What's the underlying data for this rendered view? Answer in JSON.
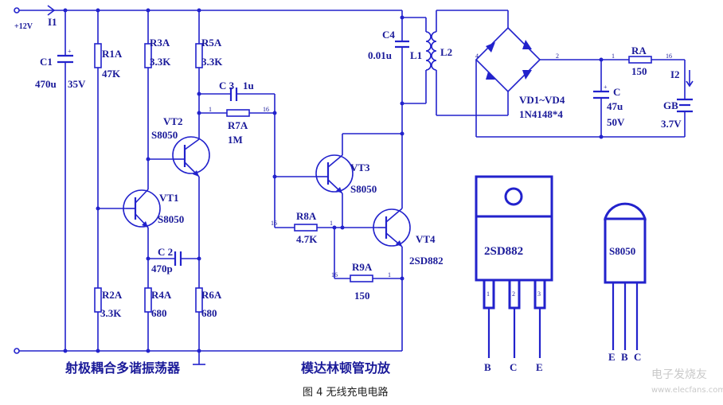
{
  "supply": {
    "vcc": "+12V",
    "current": "I1"
  },
  "components": {
    "c1": {
      "name": "C1",
      "value": "470u",
      "voltage": "35V"
    },
    "r1a": {
      "name": "R1A",
      "value": "47K"
    },
    "r2a": {
      "name": "R2A",
      "value": "3.3K"
    },
    "r3a": {
      "name": "R3A",
      "value": "3.3K"
    },
    "r4a": {
      "name": "R4A",
      "value": "680"
    },
    "r5a": {
      "name": "R5A",
      "value": "3.3K"
    },
    "r6a": {
      "name": "R6A",
      "value": "680"
    },
    "c3": {
      "name": "C 3",
      "value": "1u"
    },
    "r7a": {
      "name": "R7A",
      "value": "1M",
      "pin1": "1",
      "pin2": "16"
    },
    "c2": {
      "name": "C 2",
      "value": "470p"
    },
    "vt1": {
      "name": "VT1",
      "type": "S8050"
    },
    "vt2": {
      "name": "VT2",
      "type": "S8050"
    },
    "vt3": {
      "name": "VT3",
      "type": "S8050"
    },
    "vt4": {
      "name": "VT4",
      "type": "2SD882"
    },
    "r8a": {
      "name": "R8A",
      "value": "4.7K",
      "pin1": "16",
      "pin2": "1"
    },
    "r9a": {
      "name": "R9A",
      "value": "150",
      "pin1": "16",
      "pin2": "1"
    },
    "c4": {
      "name": "C4",
      "value": "0.01u"
    },
    "l1": {
      "name": "L1"
    },
    "l2": {
      "name": "L2"
    },
    "bridge": {
      "name": "VD1~VD4",
      "type": "1N4148*4",
      "node_left": "4",
      "node_right": "2"
    },
    "c": {
      "name": "C",
      "value": "47u",
      "voltage": "50V",
      "node": "1"
    },
    "ra": {
      "name": "RA",
      "value": "150",
      "node": "16"
    },
    "gb": {
      "name": "GB",
      "voltage": "3.7V",
      "current": "I2"
    }
  },
  "sections": {
    "oscillator": "射极耦合多谐振荡器",
    "darlington": "模达林顿管功放"
  },
  "packages": {
    "big": {
      "label": "2SD882",
      "pin_nums": [
        "1",
        "2",
        "3"
      ],
      "pins": [
        "B",
        "C",
        "E"
      ]
    },
    "small": {
      "label": "S8050",
      "pins": [
        "E",
        "B",
        "C"
      ]
    }
  },
  "caption": "图 4  无线充电电路",
  "watermark": "电子发烧友",
  "watermark_url": "www.elecfans.com",
  "colors": {
    "wire": "#2222cc",
    "text": "#1a1a99"
  }
}
